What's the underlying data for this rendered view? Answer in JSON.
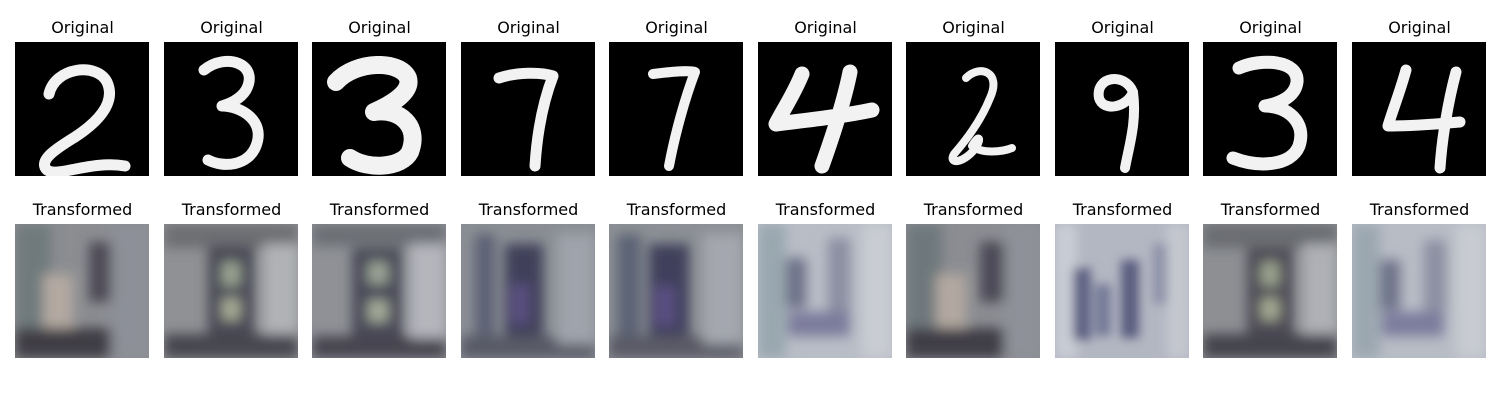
{
  "rows": [
    {
      "key": "original",
      "title": "Original",
      "panels": [
        {
          "digit": "2"
        },
        {
          "digit": "3"
        },
        {
          "digit": "3"
        },
        {
          "digit": "7"
        },
        {
          "digit": "7"
        },
        {
          "digit": "4"
        },
        {
          "digit": "2"
        },
        {
          "digit": "9"
        },
        {
          "digit": "3"
        },
        {
          "digit": "4"
        }
      ]
    },
    {
      "key": "transformed",
      "title": "Transformed",
      "panels": [
        {},
        {},
        {},
        {},
        {},
        {},
        {},
        {},
        {},
        {}
      ]
    }
  ],
  "colors": {
    "original_background": "#000000",
    "original_stroke": "#ffffff",
    "transformed_base": "#8e9097",
    "transformed_dark": "#4a4658",
    "transformed_light": "#b9bfcc"
  }
}
